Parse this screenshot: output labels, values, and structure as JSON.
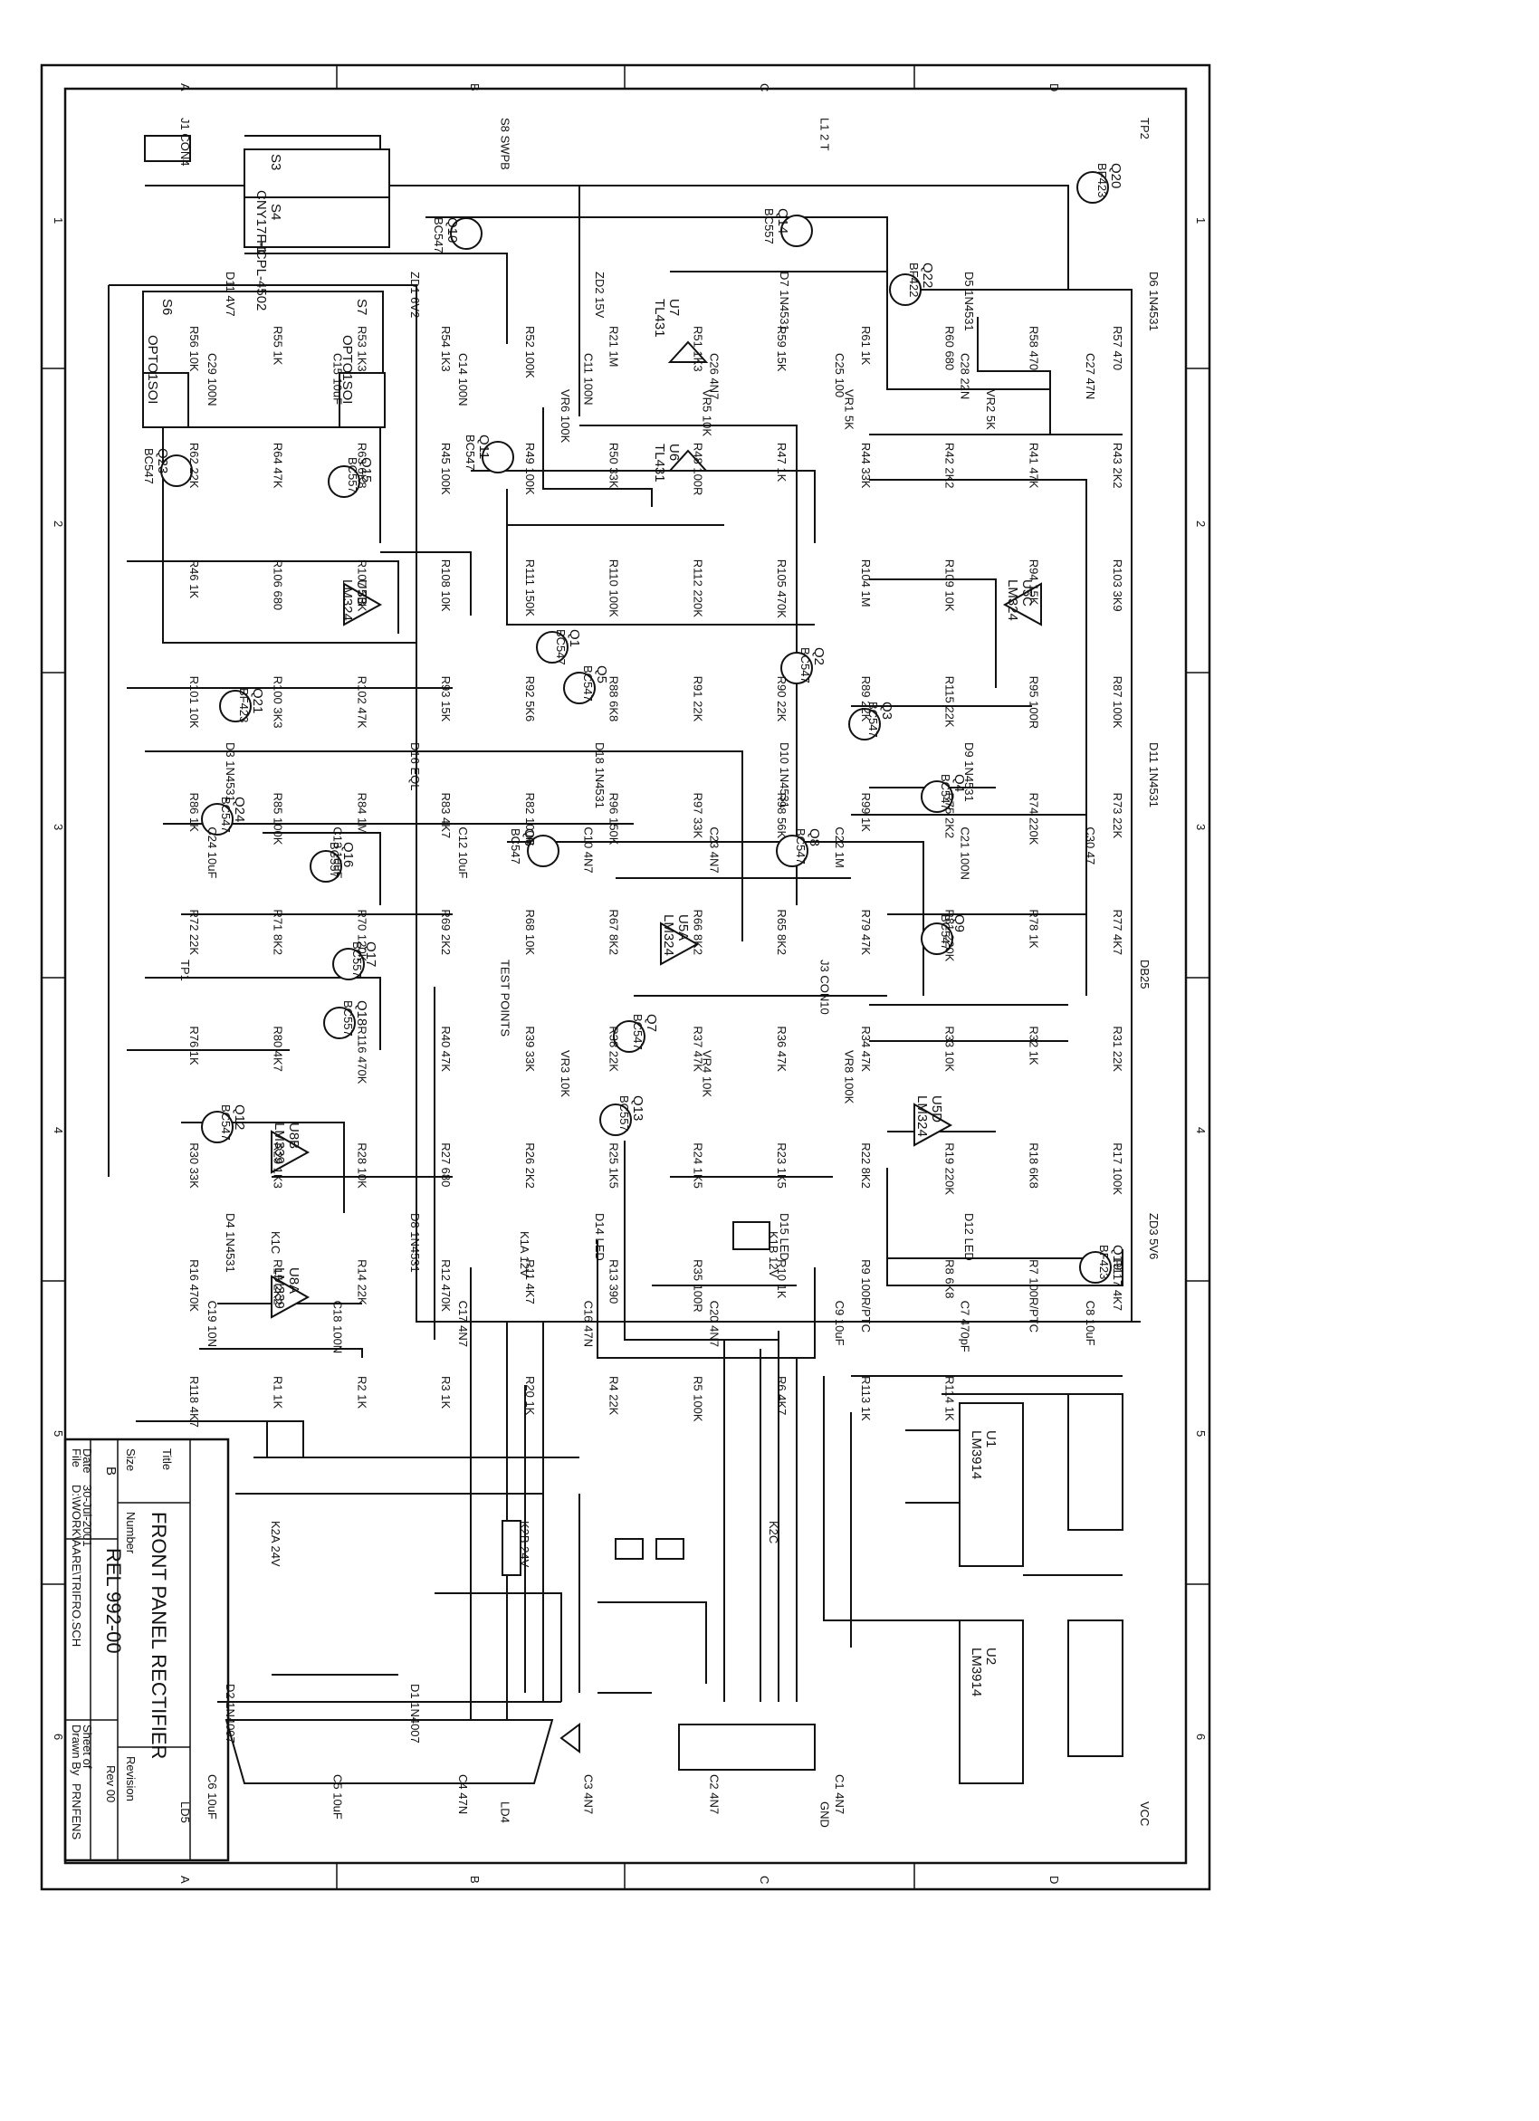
{
  "title_block": {
    "heading": "Title",
    "title": "FRONT PANEL RECTIFIER",
    "size_label": "Size",
    "size": "B",
    "number_label": "Number",
    "number": "REL 992-00",
    "revision_label": "Revision",
    "revision": "Rev 00",
    "date_label": "Date",
    "date": "30-Jul-2001",
    "file_label": "File",
    "file": "D:\\WORK\\AARE\\TRIFRO.SCH",
    "sheet_label": "Sheet of",
    "drawn_label": "Drawn By",
    "drawn_by": "PRNFENS"
  },
  "zones": {
    "columns": [
      "A",
      "B",
      "C",
      "D"
    ],
    "rows": [
      "1",
      "2",
      "3",
      "4",
      "5",
      "6"
    ]
  },
  "components": {
    "optos": [
      {
        "ref": "S3",
        "part": "CNY17F-1"
      },
      {
        "ref": "S4",
        "part": "HCPL-4502"
      },
      {
        "ref": "S6",
        "part": "OPTO1SOI"
      },
      {
        "ref": "S7",
        "part": "OPTO1SOI"
      }
    ],
    "transistors": [
      {
        "ref": "Q10",
        "part": "BC547"
      },
      {
        "ref": "Q14",
        "part": "BC557"
      },
      {
        "ref": "Q20",
        "part": "BF423"
      },
      {
        "ref": "Q22",
        "part": "BF422"
      },
      {
        "ref": "Q11",
        "part": "BC547"
      },
      {
        "ref": "Q15",
        "part": "BC557"
      },
      {
        "ref": "Q23",
        "part": "BC547"
      },
      {
        "ref": "Q1",
        "part": "BC547"
      },
      {
        "ref": "Q5",
        "part": "BC547"
      },
      {
        "ref": "Q2",
        "part": "BC547"
      },
      {
        "ref": "Q3",
        "part": "BC547"
      },
      {
        "ref": "Q4",
        "part": "BC547"
      },
      {
        "ref": "Q21",
        "part": "BF423"
      },
      {
        "ref": "Q24",
        "part": "BC547"
      },
      {
        "ref": "Q16",
        "part": "BC557"
      },
      {
        "ref": "Q17",
        "part": "BC557"
      },
      {
        "ref": "Q18",
        "part": "BC557"
      },
      {
        "ref": "Q6",
        "part": "BC547"
      },
      {
        "ref": "Q8",
        "part": "BC547"
      },
      {
        "ref": "Q9",
        "part": "BC547"
      },
      {
        "ref": "Q7",
        "part": "BC547"
      },
      {
        "ref": "Q13",
        "part": "BC557"
      },
      {
        "ref": "Q12",
        "part": "BC547"
      },
      {
        "ref": "Q19",
        "part": "BF423"
      }
    ],
    "ics": [
      {
        "ref": "U7",
        "part": "TL431"
      },
      {
        "ref": "U6",
        "part": "TL431"
      },
      {
        "ref": "U5B",
        "part": "LM324"
      },
      {
        "ref": "U5C",
        "part": "LM324"
      },
      {
        "ref": "U5A",
        "part": "LM324"
      },
      {
        "ref": "U5D",
        "part": "LM324"
      },
      {
        "ref": "U8B",
        "part": "LM339"
      },
      {
        "ref": "U8A",
        "part": "LM339"
      },
      {
        "ref": "U1",
        "part": "LM3914"
      },
      {
        "ref": "U2",
        "part": "LM3914"
      }
    ],
    "resistors": [
      "R56 10K",
      "R55 1K",
      "R53 1K3",
      "R54 1K3",
      "R52 100K",
      "R21 1M",
      "R51 1K3",
      "R59 15K",
      "R61 1K",
      "R60 680",
      "R58 470",
      "R57 470",
      "R62 22K",
      "R64 47K",
      "R63 6K8",
      "R45 100K",
      "R49 100K",
      "R50 33K",
      "R48 100R",
      "R47 1K",
      "R44 33K",
      "R42 2K2",
      "R41 47K",
      "R43 2K2",
      "R46 1K",
      "R106 680",
      "R107 33K",
      "R108 10K",
      "R111 150K",
      "R110 100K",
      "R112 220K",
      "R105 470K",
      "R104 1M",
      "R109 10K",
      "R94 15K",
      "R103 3K9",
      "R101 10K",
      "R100 3K3",
      "R102 47K",
      "R93 15K",
      "R92 5K6",
      "R88 6K8",
      "R91 22K",
      "R90 22K",
      "R89 22K",
      "R115 22K",
      "R95 100R",
      "R87 100K",
      "R86 1K",
      "R85 100K",
      "R84 1M",
      "R83 4K7",
      "R82 100R",
      "R96 150K",
      "R97 33K",
      "R98 56K",
      "R99 1K",
      "R75 2K2",
      "R74 220K",
      "R73 22K",
      "R72 22K",
      "R71 8K2",
      "R70 120K",
      "R69 2K2",
      "R68 10K",
      "R67 8K2",
      "R66 8K2",
      "R65 8K2",
      "R79 47K",
      "R81 220K",
      "R78 1K",
      "R77 4K7",
      "R76 1K",
      "R80 4K7",
      "R116 470K",
      "R40 47K",
      "R39 33K",
      "R38 22K",
      "R37 47K",
      "R36 47K",
      "R34 47K",
      "R33 10K",
      "R32 1K",
      "R31 22K",
      "R30 33K",
      "R29 1K3",
      "R28 10K",
      "R27 680",
      "R26 2K2",
      "R25 1K5",
      "R24 1K5",
      "R23 1K5",
      "R22 8K2",
      "R19 220K",
      "R18 6K8",
      "R17 100K",
      "R16 470K",
      "R15 2K2",
      "R14 22K",
      "R12 470K",
      "R11 4K7",
      "R13 390",
      "R35 100R",
      "R10 1K",
      "R9 100R/PTC",
      "R8 6K8",
      "R7 100R/PTC",
      "R117 4K7",
      "R118 4K7",
      "R1 1K",
      "R2 1K",
      "R3 1K",
      "R20 1K",
      "R4 22K",
      "R5 100K",
      "R6 4K7",
      "R113 1K",
      "R114 1K"
    ],
    "potentiometers": [
      "VR6 100K",
      "VR5 10K",
      "VR1 5K",
      "VR2 5K",
      "VR3 10K",
      "VR4 10K",
      "VR8 100K"
    ],
    "capacitors": [
      "C29 100N",
      "C15 10uF",
      "C14 100N",
      "C11 100N",
      "C26 4N7",
      "C25 100",
      "C28 22N",
      "C27 47N",
      "C24 10uF",
      "C13 10uF",
      "C12 10uF",
      "C10 4N7",
      "C23 4N7",
      "C22 1M",
      "C21 100N",
      "C30 47",
      "C19 10N",
      "C18 100N",
      "C17 4N7",
      "C16 47N",
      "C20 4N7",
      "C9 10uF",
      "C7 470pF",
      "C8 10uF",
      "C6 10uF",
      "C5 10uF",
      "C4 47N",
      "C3 4N7",
      "C2 4N7",
      "C1 4N7"
    ],
    "diodes": [
      "D11 4V7",
      "ZD1 6V2",
      "ZD2 15V",
      "D7 1N4531",
      "D5 1N4531",
      "D6 1N4531",
      "D3 1N4531",
      "D16 EQL",
      "D18 1N4531",
      "D10 1N4531",
      "D9 1N4531",
      "D11 1N4531",
      "D4 1N4531",
      "D8 1N4531",
      "D14 LED",
      "D15 LED",
      "D12 LED",
      "ZD3 5V6",
      "D2 1N4007",
      "D1 1N4007"
    ],
    "relays": [
      "K1C",
      "K1A 12V",
      "K1B 12V",
      "K2A 24V",
      "K2B 24V",
      "K2C"
    ],
    "misc": [
      "J1 CON4",
      "S8 SWPB",
      "L1 2 T",
      "TP2",
      "TP1",
      "TEST POINTS",
      "J3 CON10",
      "DB25",
      "LD5",
      "LD4",
      "GND",
      "VCC"
    ]
  }
}
